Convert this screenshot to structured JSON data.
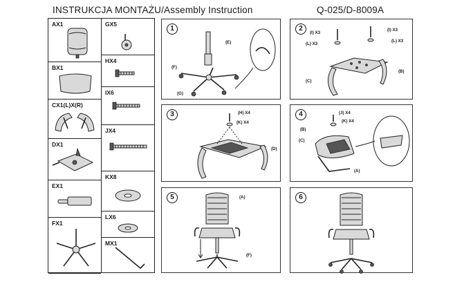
{
  "header": {
    "title": "INSTRUKCJA  MONTAŻU/Assembly  Instruction",
    "model": "Q-025/D-8009A"
  },
  "parts_left": [
    {
      "label": "AX1",
      "icon": "armrest-pad-icon"
    },
    {
      "label": "BX1",
      "icon": "seat-cushion-icon"
    },
    {
      "label": "CX1(L)X(R)",
      "icon": "armrest-pair-icon"
    },
    {
      "label": "DX1",
      "icon": "seat-mechanism-icon"
    },
    {
      "label": "EX1",
      "icon": "gas-lift-icon"
    },
    {
      "label": "FX1",
      "icon": "five-star-base-icon"
    }
  ],
  "parts_right": [
    {
      "label": "GX5",
      "icon": "caster-wheel-icon"
    },
    {
      "label": "HX4",
      "icon": "short-bolt-icon"
    },
    {
      "label": "IX6",
      "icon": "medium-bolt-icon"
    },
    {
      "label": "JX4",
      "icon": "long-bolt-icon"
    },
    {
      "label": "KX8",
      "icon": "flat-washer-icon"
    },
    {
      "label": "LX6",
      "icon": "spring-washer-icon"
    },
    {
      "label": "MX1",
      "icon": "allen-key-icon"
    }
  ],
  "steps": [
    {
      "num": "1",
      "labels": [
        "(E)",
        "(F)",
        "(G)"
      ]
    },
    {
      "num": "2",
      "labels": [
        "(I) X3",
        "(I) X3",
        "(L) X3",
        "(L) X3",
        "(B)",
        "(C)"
      ]
    },
    {
      "num": "3",
      "labels": [
        "(H) X4",
        "(K) X4",
        "(D)"
      ]
    },
    {
      "num": "4",
      "labels": [
        "(J) X4",
        "(K) X4",
        "(B)",
        "(C)",
        "(A)"
      ]
    },
    {
      "num": "5",
      "labels": [
        "(A)",
        "(F)"
      ]
    },
    {
      "num": "6",
      "labels": []
    }
  ]
}
